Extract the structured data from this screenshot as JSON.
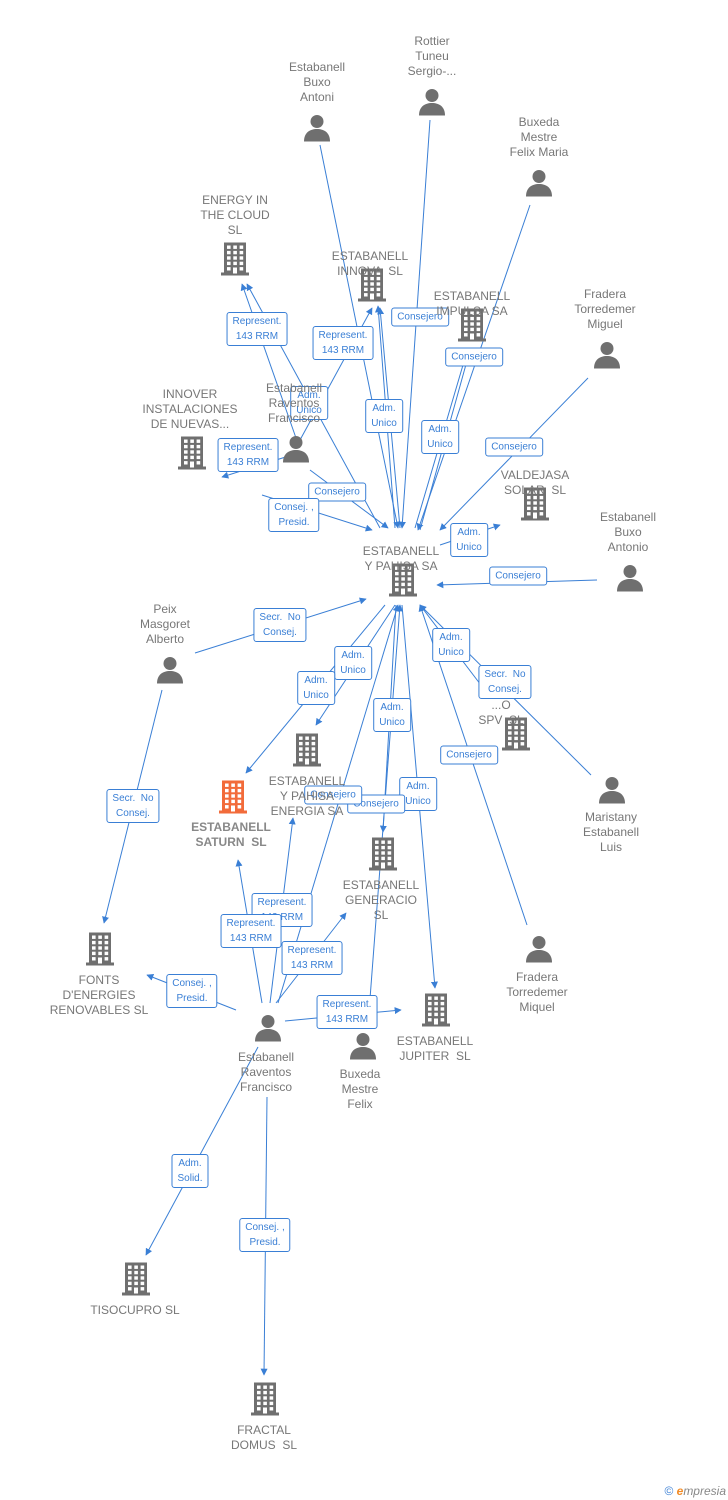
{
  "colors": {
    "edge": "#3a7fd5",
    "node": "#6f6f6f",
    "focus": "#f26b3a",
    "label": "#777777"
  },
  "nodes": [
    {
      "id": "rottier",
      "type": "person",
      "label": "Rottier\nTuneu\nSergio-..."
    },
    {
      "id": "estabanell_buxo_antoni",
      "type": "person",
      "label": "Estabanell\nBuxo\nAntoni"
    },
    {
      "id": "buxeda_mestre_felix_maria",
      "type": "person",
      "label": "Buxeda\nMestre\nFelix Maria"
    },
    {
      "id": "energy_in_the_cloud",
      "type": "company",
      "label": "ENERGY IN\nTHE CLOUD\nSL"
    },
    {
      "id": "estabanell_innova",
      "type": "company",
      "label": "ESTABANELL\nINNOVA  SL"
    },
    {
      "id": "estabanell_impulsa",
      "type": "company",
      "label": "ESTABANELL\nIMPULSA SA"
    },
    {
      "id": "fradera_torredemer_miguel_top",
      "type": "person",
      "label": "Fradera\nTorredemer\nMiguel"
    },
    {
      "id": "innover",
      "type": "company",
      "label": "INNOVER\nINSTALACIONES\nDE NUEVAS..."
    },
    {
      "id": "estabanell_raventos_hidden",
      "type": "person",
      "label": "Estabanell\nRaventos\nFrancisco"
    },
    {
      "id": "valdejasa",
      "type": "company",
      "label": "VALDEJASA\nSOLAR  SL"
    },
    {
      "id": "estabanell_buxo_antonio",
      "type": "person",
      "label": "Estabanell\nBuxo\nAntonio"
    },
    {
      "id": "estabanell_y_pahisa",
      "type": "company",
      "label": "ESTABANELL\nY PAHISA SA"
    },
    {
      "id": "peix",
      "type": "person",
      "label": "Peix\nMasgoret\nAlberto"
    },
    {
      "id": "spv",
      "type": "company",
      "label": "...O\nSPV  SL"
    },
    {
      "id": "estabanell_y_pahisa_energia",
      "type": "company",
      "label": "ESTABANELL\nY PAHISA\nENERGIA SA"
    },
    {
      "id": "estabanell_saturn",
      "type": "company",
      "focus": true,
      "label": "ESTABANELL\nSATURN  SL"
    },
    {
      "id": "maristany",
      "type": "person",
      "label": "Maristany\nEstabanell\nLuis"
    },
    {
      "id": "estabanell_generacio",
      "type": "company",
      "label": "ESTABANELL\nGENERACIO\nSL"
    },
    {
      "id": "fonts",
      "type": "company",
      "label": "FONTS\nD'ENERGIES\nRENOVABLES SL"
    },
    {
      "id": "fradera_torredemer_miquel",
      "type": "person",
      "label": "Fradera\nTorredemer\nMiquel"
    },
    {
      "id": "estabanell_jupiter",
      "type": "company",
      "label": "ESTABANELL\nJUPITER  SL"
    },
    {
      "id": "estabanell_raventos_francisco",
      "type": "person",
      "label": "Estabanell\nRaventos\nFrancisco"
    },
    {
      "id": "buxeda_mestre_felix",
      "type": "person",
      "label": "Buxeda\nMestre\nFelix"
    },
    {
      "id": "tisocupro",
      "type": "company",
      "label": "TISOCUPRO SL"
    },
    {
      "id": "fractal_domus",
      "type": "company",
      "label": "FRACTAL\nDOMUS  SL"
    }
  ],
  "edges": [
    {
      "from": "estabanell_buxo_antoni",
      "to": "estabanell_y_pahisa",
      "label": ""
    },
    {
      "from": "rottier",
      "to": "estabanell_y_pahisa",
      "label": ""
    },
    {
      "from": "buxeda_mestre_felix_maria",
      "to": "estabanell_y_pahisa",
      "label": ""
    },
    {
      "from": "estabanell_raventos_hidden",
      "to": "energy_in_the_cloud",
      "label": "Represent.\n143 RRM"
    },
    {
      "from": "estabanell_raventos_hidden",
      "to": "estabanell_innova",
      "label": "Represent.\n143 RRM"
    },
    {
      "from": "estabanell_y_pahisa",
      "to": "estabanell_innova",
      "label": "Consejero"
    },
    {
      "from": "estabanell_y_pahisa",
      "to": "estabanell_impulsa",
      "label": "Consejero"
    },
    {
      "from": "estabanell_y_pahisa",
      "to": "energy_in_the_cloud",
      "label": "Adm.\nUnico"
    },
    {
      "from": "estabanell_y_pahisa",
      "to": "estabanell_innova",
      "label": "Adm.\nUnico"
    },
    {
      "from": "estabanell_y_pahisa",
      "to": "estabanell_impulsa",
      "label": "Adm.\nUnico"
    },
    {
      "from": "estabanell_raventos_hidden",
      "to": "innover",
      "label": "Represent.\n143 RRM"
    },
    {
      "from": "fradera_torredemer_miguel_top",
      "to": "estabanell_y_pahisa",
      "label": "Consejero"
    },
    {
      "from": "estabanell_raventos_hidden",
      "to": "estabanell_y_pahisa",
      "label": "Consejero"
    },
    {
      "from": "estabanell_raventos_hidden",
      "to": "estabanell_y_pahisa",
      "label": "Consej. ,\nPresid."
    },
    {
      "from": "estabanell_y_pahisa",
      "to": "valdejasa",
      "label": "Adm.\nUnico"
    },
    {
      "from": "estabanell_buxo_antonio",
      "to": "estabanell_y_pahisa",
      "label": "Consejero"
    },
    {
      "from": "peix",
      "to": "estabanell_y_pahisa",
      "label": "Secr.  No\nConsej."
    },
    {
      "from": "estabanell_y_pahisa",
      "to": "estabanell_y_pahisa_energia",
      "label": "Adm.\nUnico"
    },
    {
      "from": "estabanell_y_pahisa",
      "to": "estabanell_saturn",
      "label": "Adm.\nUnico"
    },
    {
      "from": "estabanell_y_pahisa",
      "to": "spv",
      "label": "Adm.\nUnico"
    },
    {
      "from": "maristany",
      "to": "estabanell_y_pahisa",
      "label": "Secr.  No\nConsej."
    },
    {
      "from": "fradera_torredemer_miquel",
      "to": "estabanell_y_pahisa",
      "label": "Consejero"
    },
    {
      "from": "estabanell_y_pahisa",
      "to": "estabanell_generacio",
      "label": "Adm.\nUnico"
    },
    {
      "from": "estabanell_y_pahisa",
      "to": "estabanell_jupiter",
      "label": "Adm.\nUnico"
    },
    {
      "from": "buxeda_mestre_felix",
      "to": "estabanell_y_pahisa",
      "label": "Consejero"
    },
    {
      "from": "estabanell_raventos_francisco",
      "to": "estabanell_y_pahisa",
      "label": "Consejero"
    },
    {
      "from": "peix",
      "to": "fonts",
      "label": "Secr.  No\nConsej."
    },
    {
      "from": "estabanell_raventos_francisco",
      "to": "estabanell_y_pahisa_energia",
      "label": "Represent.\n143 RRM"
    },
    {
      "from": "estabanell_raventos_francisco",
      "to": "estabanell_saturn",
      "label": "Represent.\n143 RRM"
    },
    {
      "from": "estabanell_raventos_francisco",
      "to": "estabanell_generacio",
      "label": "Represent.\n143 RRM"
    },
    {
      "from": "estabanell_raventos_francisco",
      "to": "fonts",
      "label": "Consej. ,\nPresid."
    },
    {
      "from": "estabanell_raventos_francisco",
      "to": "estabanell_jupiter",
      "label": "Represent.\n143 RRM"
    },
    {
      "from": "estabanell_raventos_francisco",
      "to": "tisocupro",
      "label": "Adm.\nSolid."
    },
    {
      "from": "estabanell_raventos_francisco",
      "to": "fractal_domus",
      "label": "Consej. ,\nPresid."
    }
  ],
  "footer": {
    "copyright": "©",
    "brand": "mpresia",
    "brand_initial": "e"
  }
}
